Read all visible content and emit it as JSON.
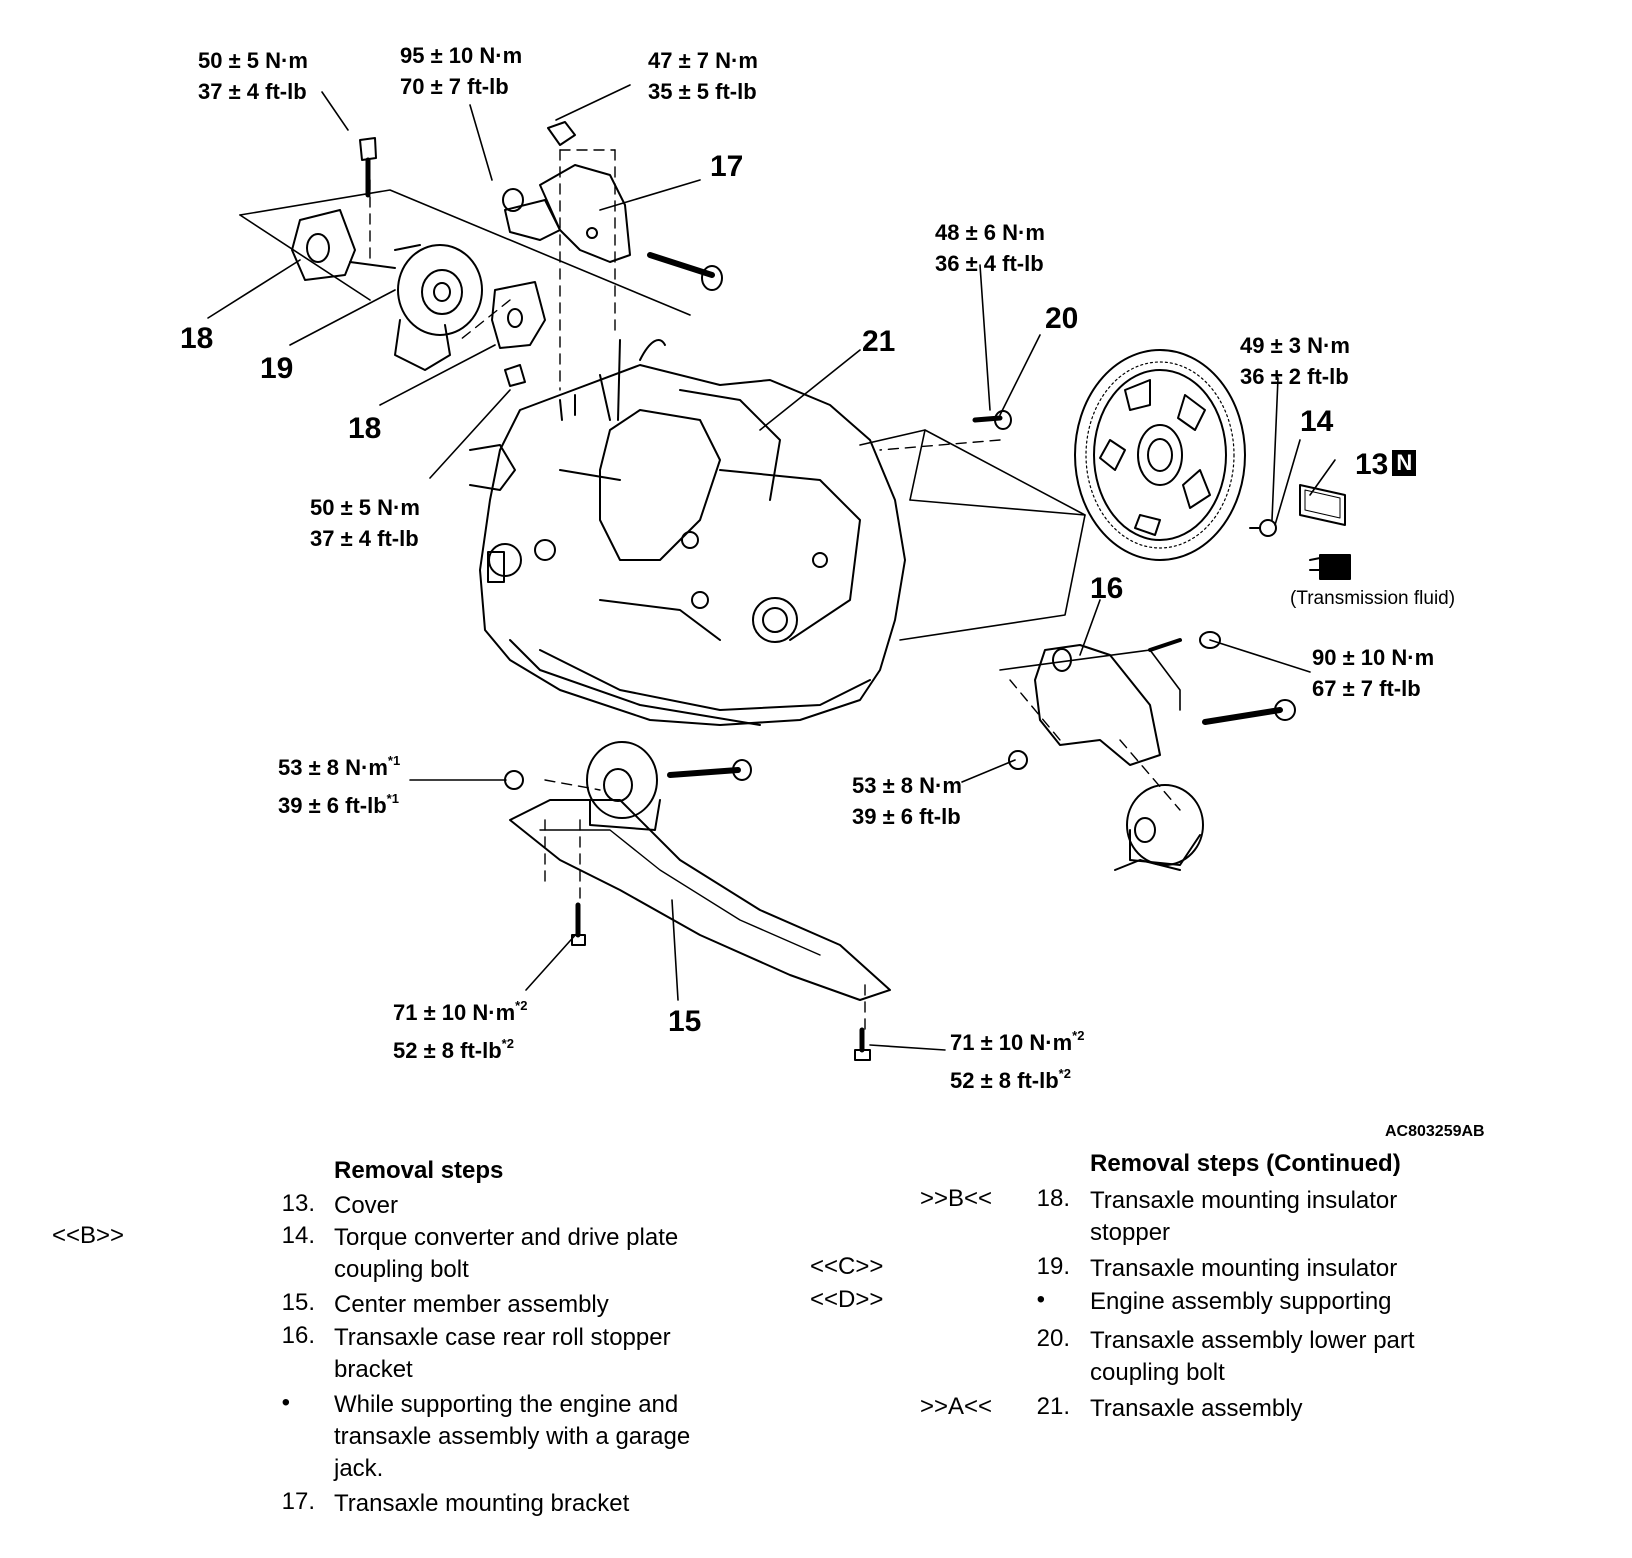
{
  "figure_id": "AC803259AB",
  "torque_labels": [
    {
      "id": "t1",
      "lines": [
        "50 ± 5 N·m",
        "37 ± 4 ft-lb"
      ]
    },
    {
      "id": "t2",
      "lines": [
        "95 ± 10 N·m",
        "70 ± 7 ft-lb"
      ]
    },
    {
      "id": "t3",
      "lines": [
        "47 ± 7 N·m",
        "35 ± 5 ft-lb"
      ]
    },
    {
      "id": "t4",
      "lines": [
        "48 ± 6 N·m",
        "36 ± 4 ft-lb"
      ]
    },
    {
      "id": "t5",
      "lines": [
        "50 ± 5 N·m",
        "37 ± 4 ft-lb"
      ]
    },
    {
      "id": "t6",
      "lines": [
        "49 ± 3 N·m",
        "36 ± 2 ft-lb"
      ]
    },
    {
      "id": "t7",
      "lines": [
        "90 ± 10 N·m",
        "67 ± 7 ft-lb"
      ]
    },
    {
      "id": "t8",
      "lines": [
        "53 ± 8 N·m",
        "39 ± 6 ft-lb"
      ]
    },
    {
      "id": "t9",
      "lines": [
        "53 ± 8 N·m",
        "39 ± 6 ft-lb"
      ],
      "sup": "*1"
    },
    {
      "id": "t10",
      "lines": [
        "71 ± 10 N·m",
        "52 ± 8 ft-lb"
      ],
      "sup": "*2"
    },
    {
      "id": "t11",
      "lines": [
        "71 ± 10 N·m",
        "52 ± 8 ft-lb"
      ],
      "sup": "*2"
    }
  ],
  "callouts": {
    "c13": "13",
    "c13_badge": "N",
    "c14": "14",
    "c15": "15",
    "c16": "16",
    "c17": "17",
    "c18a": "18",
    "c18b": "18",
    "c19": "19",
    "c20": "20",
    "c21": "21"
  },
  "fluid_note": "(Transmission fluid)",
  "removal_left": {
    "title": "Removal steps",
    "items": [
      {
        "ref": "",
        "num": "13.",
        "lines": [
          "Cover"
        ]
      },
      {
        "ref": "<<B>>",
        "num": "14.",
        "lines": [
          "Torque converter and drive plate",
          "coupling bolt"
        ]
      },
      {
        "ref": "",
        "num": "15.",
        "lines": [
          "Center member assembly"
        ]
      },
      {
        "ref": "",
        "num": "16.",
        "lines": [
          "Transaxle case rear roll stopper",
          "bracket"
        ]
      },
      {
        "ref": "",
        "num": "•",
        "lines": [
          "While supporting the engine and",
          "transaxle assembly with a garage",
          "jack."
        ]
      },
      {
        "ref": "",
        "num": "17.",
        "lines": [
          "Transaxle mounting bracket"
        ]
      }
    ]
  },
  "removal_right": {
    "title": "Removal steps (Continued)",
    "items": [
      {
        "ref": ">>B<<",
        "num": "18.",
        "lines": [
          "Transaxle mounting insulator",
          "stopper"
        ]
      },
      {
        "ref": "<<C>>",
        "num": "19.",
        "lines": [
          "Transaxle mounting insulator"
        ]
      },
      {
        "ref": "<<D>>",
        "num": "•",
        "lines": [
          "Engine assembly supporting"
        ]
      },
      {
        "ref": "",
        "num": "20.",
        "lines": [
          "Transaxle assembly lower part",
          "coupling bolt"
        ]
      },
      {
        "ref": ">>A<<",
        "num": "21.",
        "lines": [
          "Transaxle assembly"
        ]
      }
    ]
  }
}
